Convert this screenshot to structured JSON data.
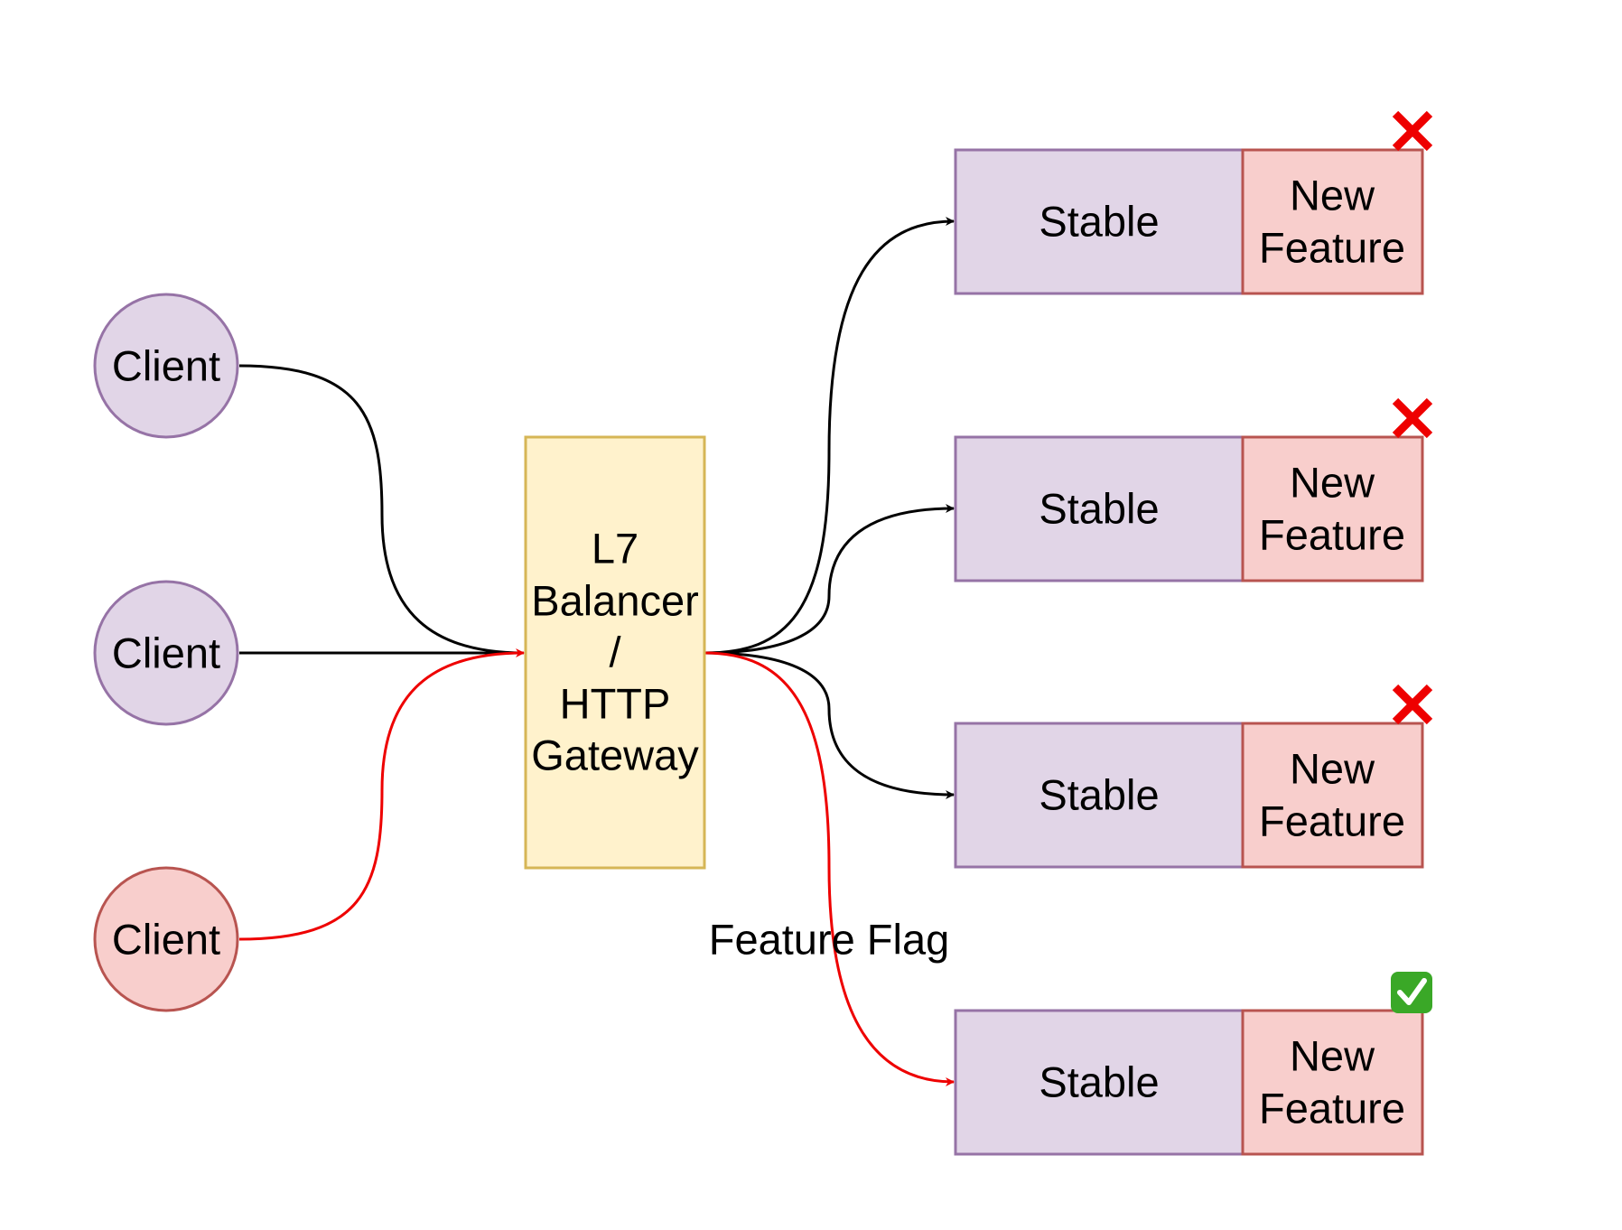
{
  "colors": {
    "client_default_fill": "#e1d5e7",
    "client_default_stroke": "#9673a6",
    "client_flagged_fill": "#f8cecc",
    "client_flagged_stroke": "#b85450",
    "gateway_fill": "#fff2cc",
    "gateway_stroke": "#d6b656",
    "stable_fill": "#e1d5e7",
    "stable_stroke": "#9673a6",
    "feature_fill": "#f8cecc",
    "feature_stroke": "#b85450",
    "edge_default": "#000000",
    "edge_flagged": "#ee0000",
    "cross_mark": "#ee0000",
    "check_bg": "#3aa827"
  },
  "clients": [
    {
      "label": "Client",
      "variant": "default"
    },
    {
      "label": "Client",
      "variant": "default"
    },
    {
      "label": "Client",
      "variant": "flagged"
    }
  ],
  "gateway": {
    "lines": [
      "L7",
      "Balancer",
      "/",
      "HTTP",
      "Gateway"
    ]
  },
  "services": [
    {
      "stable_label": "Stable",
      "feature_lines": [
        "New",
        "Feature"
      ],
      "status_icon": "cross-mark-icon",
      "route": "default"
    },
    {
      "stable_label": "Stable",
      "feature_lines": [
        "New",
        "Feature"
      ],
      "status_icon": "cross-mark-icon",
      "route": "default"
    },
    {
      "stable_label": "Stable",
      "feature_lines": [
        "New",
        "Feature"
      ],
      "status_icon": "cross-mark-icon",
      "route": "default"
    },
    {
      "stable_label": "Stable",
      "feature_lines": [
        "New",
        "Feature"
      ],
      "status_icon": "check-mark-icon",
      "route": "flagged"
    }
  ],
  "edge_label": "Feature Flag"
}
